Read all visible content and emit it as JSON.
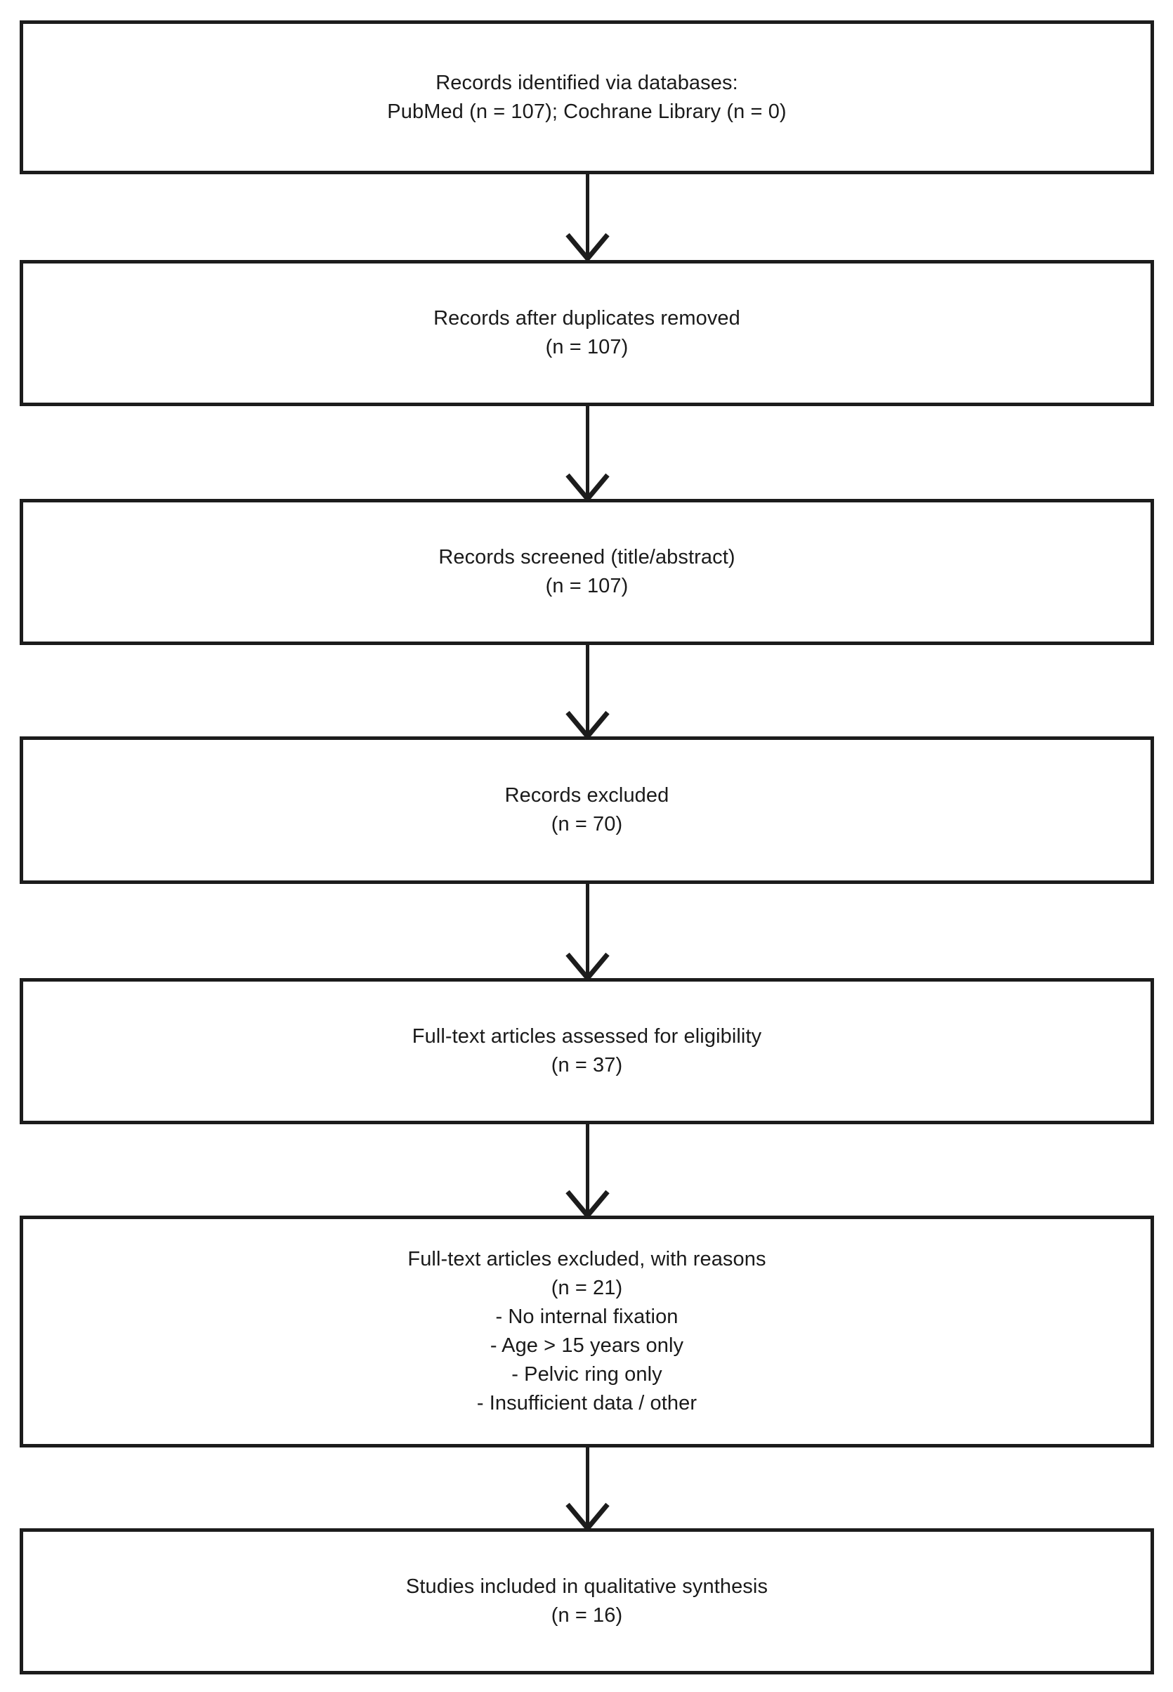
{
  "diagram": {
    "type": "prisma-flow-diagram",
    "stroke_color": "#1c1c1c",
    "text_color": "#1a1a1a",
    "background_color": "#ffffff",
    "boxes": [
      {
        "id": "identification",
        "lines": [
          "Records identified via databases:",
          "PubMed (n = 107); Cochrane Library (n = 0)"
        ]
      },
      {
        "id": "duplicates-removed",
        "lines": [
          "Records after duplicates removed",
          "(n = 107)"
        ]
      },
      {
        "id": "records-screened",
        "lines": [
          "Records screened (title/abstract)",
          "(n = 107)"
        ]
      },
      {
        "id": "records-excluded",
        "lines": [
          "Records excluded",
          "(n = 70)"
        ]
      },
      {
        "id": "fulltext-assessed",
        "lines": [
          "Full-text articles assessed for eligibility",
          "(n = 37)"
        ]
      },
      {
        "id": "fulltext-excluded",
        "lines": [
          "Full-text articles excluded, with reasons",
          "(n = 21)",
          "- No internal fixation",
          "- Age > 15 years only",
          "- Pelvic ring only",
          "- Insufficient data / other"
        ]
      },
      {
        "id": "studies-included",
        "lines": [
          "Studies included in qualitative synthesis",
          "(n = 16)"
        ]
      }
    ],
    "counts": {
      "pubmed": 107,
      "cochrane": 0,
      "after_duplicates": 107,
      "screened": 107,
      "records_excluded": 70,
      "fulltext_assessed": 37,
      "fulltext_excluded": 21,
      "included": 16
    },
    "arrow_count": 6
  }
}
